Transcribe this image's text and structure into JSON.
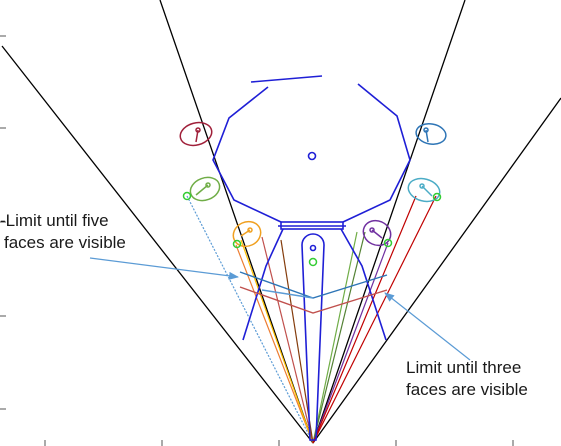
{
  "annotations": {
    "left_line1": "-Limit until five",
    "left_line2": "faces are visible",
    "right_line1": "Limit until three",
    "right_line2": "faces are visible"
  },
  "colors": {
    "boundary": "#000000",
    "structure": "#1f1fd6",
    "sensor_circle": "#33cc33",
    "annotation_arrow": "#5b9bd5",
    "rays": [
      "#ffc000",
      "#c00000",
      "#5b9bd5",
      "#7030a0",
      "#70ad47",
      "#843c0c",
      "#ed7d31",
      "#c0504d",
      "#2e75b6",
      "#4bacc6",
      "#000000",
      "#8b4513"
    ]
  },
  "icons": [
    "arrow-left-annotation",
    "arrow-right-annotation"
  ]
}
